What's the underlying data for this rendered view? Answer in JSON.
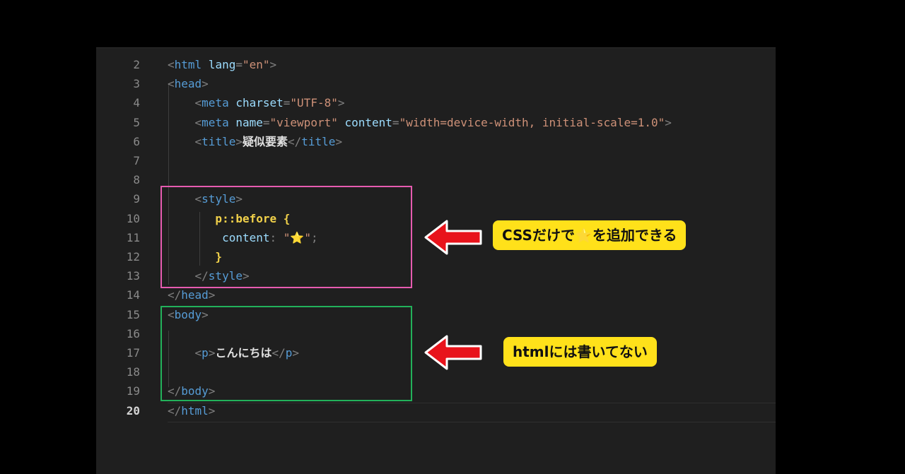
{
  "lines": [
    {
      "n": "2",
      "parts": [
        {
          "c": "p",
          "t": "<"
        },
        {
          "c": "t",
          "t": "html "
        },
        {
          "c": "a",
          "t": "lang"
        },
        {
          "c": "p",
          "t": "="
        },
        {
          "c": "s",
          "t": "\"en\""
        },
        {
          "c": "p",
          "t": ">"
        }
      ]
    },
    {
      "n": "3",
      "parts": [
        {
          "c": "p",
          "t": "<"
        },
        {
          "c": "t",
          "t": "head"
        },
        {
          "c": "p",
          "t": ">"
        }
      ]
    },
    {
      "n": "4",
      "parts": [
        {
          "c": "p",
          "t": "    <"
        },
        {
          "c": "t",
          "t": "meta "
        },
        {
          "c": "a",
          "t": "charset"
        },
        {
          "c": "p",
          "t": "="
        },
        {
          "c": "s",
          "t": "\"UTF-8\""
        },
        {
          "c": "p",
          "t": ">"
        }
      ]
    },
    {
      "n": "5",
      "parts": [
        {
          "c": "p",
          "t": "    <"
        },
        {
          "c": "t",
          "t": "meta "
        },
        {
          "c": "a",
          "t": "name"
        },
        {
          "c": "p",
          "t": "="
        },
        {
          "c": "s",
          "t": "\"viewport\" "
        },
        {
          "c": "a",
          "t": "content"
        },
        {
          "c": "p",
          "t": "="
        },
        {
          "c": "s",
          "t": "\"width=device-width, initial-scale=1.0\""
        },
        {
          "c": "p",
          "t": ">"
        }
      ]
    },
    {
      "n": "6",
      "parts": [
        {
          "c": "p",
          "t": "    <"
        },
        {
          "c": "t",
          "t": "title"
        },
        {
          "c": "p",
          "t": ">"
        },
        {
          "c": "txt",
          "t": "疑似要素"
        },
        {
          "c": "p",
          "t": "</"
        },
        {
          "c": "t",
          "t": "title"
        },
        {
          "c": "p",
          "t": ">"
        }
      ]
    },
    {
      "n": "7",
      "parts": []
    },
    {
      "n": "8",
      "parts": []
    },
    {
      "n": "9",
      "parts": [
        {
          "c": "p",
          "t": "    <"
        },
        {
          "c": "t",
          "t": "style"
        },
        {
          "c": "p",
          "t": ">"
        }
      ]
    },
    {
      "n": "10",
      "parts": [
        {
          "c": "y",
          "t": "       p::before {"
        }
      ]
    },
    {
      "n": "11",
      "parts": [
        {
          "c": "a",
          "t": "        content"
        },
        {
          "c": "p",
          "t": ": "
        },
        {
          "c": "s",
          "t": "\""
        },
        {
          "c": "star",
          "t": "⭐"
        },
        {
          "c": "s",
          "t": "\""
        },
        {
          "c": "p",
          "t": ";"
        }
      ]
    },
    {
      "n": "12",
      "parts": [
        {
          "c": "y",
          "t": "       }"
        }
      ]
    },
    {
      "n": "13",
      "parts": [
        {
          "c": "p",
          "t": "    </"
        },
        {
          "c": "t",
          "t": "style"
        },
        {
          "c": "p",
          "t": ">"
        }
      ]
    },
    {
      "n": "14",
      "parts": [
        {
          "c": "p",
          "t": "</"
        },
        {
          "c": "t",
          "t": "head"
        },
        {
          "c": "p",
          "t": ">"
        }
      ]
    },
    {
      "n": "15",
      "parts": [
        {
          "c": "p",
          "t": "<"
        },
        {
          "c": "t",
          "t": "body"
        },
        {
          "c": "p",
          "t": ">"
        }
      ]
    },
    {
      "n": "16",
      "parts": []
    },
    {
      "n": "17",
      "parts": [
        {
          "c": "p",
          "t": "    <"
        },
        {
          "c": "t",
          "t": "p"
        },
        {
          "c": "p",
          "t": ">"
        },
        {
          "c": "txt",
          "t": "こんにちは"
        },
        {
          "c": "p",
          "t": "</"
        },
        {
          "c": "t",
          "t": "p"
        },
        {
          "c": "p",
          "t": ">"
        }
      ]
    },
    {
      "n": "18",
      "parts": []
    },
    {
      "n": "19",
      "parts": [
        {
          "c": "p",
          "t": "</"
        },
        {
          "c": "t",
          "t": "body"
        },
        {
          "c": "p",
          "t": ">"
        }
      ]
    },
    {
      "n": "20",
      "active": true,
      "parts": [
        {
          "c": "p",
          "t": "</"
        },
        {
          "c": "t",
          "t": "html"
        },
        {
          "c": "p",
          "t": ">"
        }
      ]
    }
  ],
  "annotations": {
    "css_label_pre": "CSSだけで",
    "css_label_star": "⭐",
    "css_label_post": "を追加できる",
    "html_label": "htmlには書いてない"
  },
  "colors": {
    "highlight_box_style": "#e65bb0",
    "highlight_box_body": "#22b15a",
    "arrow": "#e8131b",
    "label_bg": "#ffe11a"
  }
}
